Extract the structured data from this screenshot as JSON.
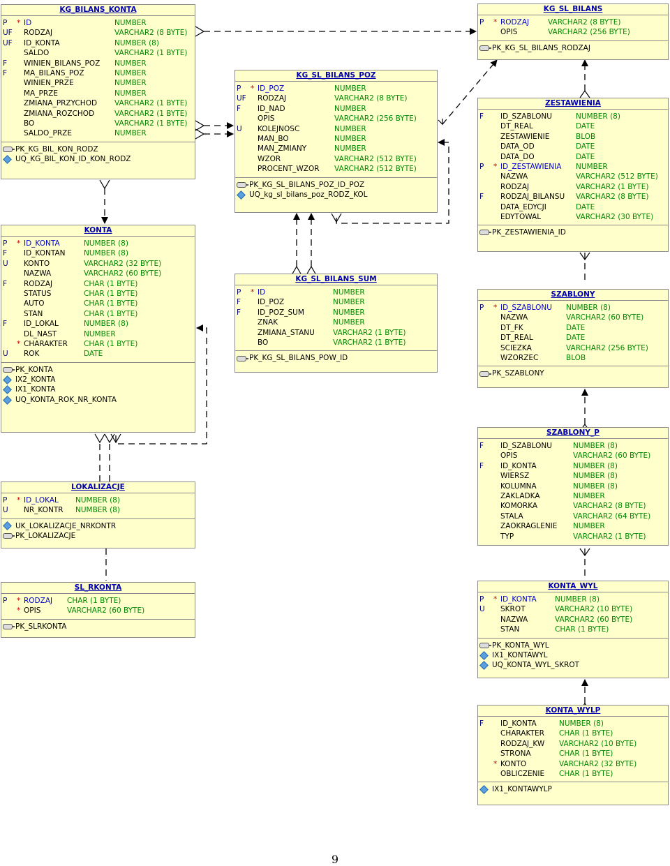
{
  "page_number": "9",
  "tables": {
    "kg_bilans_konta": {
      "name": "KG_BILANS_KONTA",
      "columns": [
        {
          "flag": "P",
          "req": "*",
          "name": "ID",
          "type": "NUMBER"
        },
        {
          "flag": "UF",
          "req": "",
          "name": "RODZAJ",
          "type": "VARCHAR2 (8 BYTE)"
        },
        {
          "flag": "UF",
          "req": "",
          "name": "ID_KONTA",
          "type": "NUMBER (8)"
        },
        {
          "flag": "",
          "req": "",
          "name": "SALDO",
          "type": "VARCHAR2 (1 BYTE)"
        },
        {
          "flag": "F",
          "req": "",
          "name": "WINIEN_BILANS_POZ",
          "type": "NUMBER"
        },
        {
          "flag": "F",
          "req": "",
          "name": "MA_BILANS_POZ",
          "type": "NUMBER"
        },
        {
          "flag": "",
          "req": "",
          "name": "WINIEN_PRZE",
          "type": "NUMBER"
        },
        {
          "flag": "",
          "req": "",
          "name": "MA_PRZE",
          "type": "NUMBER"
        },
        {
          "flag": "",
          "req": "",
          "name": "ZMIANA_PRZYCHOD",
          "type": "VARCHAR2 (1 BYTE)"
        },
        {
          "flag": "",
          "req": "",
          "name": "ZMIANA_ROZCHOD",
          "type": "VARCHAR2 (1 BYTE)"
        },
        {
          "flag": "",
          "req": "",
          "name": "BO",
          "type": "VARCHAR2 (1 BYTE)"
        },
        {
          "flag": "",
          "req": "",
          "name": "SALDO_PRZE",
          "type": "NUMBER"
        }
      ],
      "indexes": [
        {
          "kind": "key",
          "name": "PK_KG_BIL_KON_RODZ"
        },
        {
          "kind": "unique",
          "name": "UQ_KG_BIL_KON_ID_KON_RODZ"
        }
      ]
    },
    "kg_sl_bilans": {
      "name": "KG_SL_BILANS",
      "columns": [
        {
          "flag": "P",
          "req": "*",
          "name": "RODZAJ",
          "type": "VARCHAR2 (8 BYTE)"
        },
        {
          "flag": "",
          "req": "",
          "name": "OPIS",
          "type": "VARCHAR2 (256 BYTE)"
        }
      ],
      "indexes": [
        {
          "kind": "key",
          "name": "PK_KG_SL_BILANS_RODZAJ"
        }
      ]
    },
    "kg_sl_bilans_poz": {
      "name": "KG_SL_BILANS_POZ",
      "columns": [
        {
          "flag": "P",
          "req": "*",
          "name": "ID_POZ",
          "type": "NUMBER"
        },
        {
          "flag": "UF",
          "req": "",
          "name": "RODZAJ",
          "type": "VARCHAR2 (8 BYTE)"
        },
        {
          "flag": "F",
          "req": "",
          "name": "ID_NAD",
          "type": "NUMBER"
        },
        {
          "flag": "",
          "req": "",
          "name": "OPIS",
          "type": "VARCHAR2 (256 BYTE)"
        },
        {
          "flag": "U",
          "req": "",
          "name": "KOLEJNOSC",
          "type": "NUMBER"
        },
        {
          "flag": "",
          "req": "",
          "name": "MAN_BO",
          "type": "NUMBER"
        },
        {
          "flag": "",
          "req": "",
          "name": "MAN_ZMIANY",
          "type": "NUMBER"
        },
        {
          "flag": "",
          "req": "",
          "name": "WZOR",
          "type": "VARCHAR2 (512 BYTE)"
        },
        {
          "flag": "",
          "req": "",
          "name": "PROCENT_WZOR",
          "type": "VARCHAR2 (512 BYTE)"
        }
      ],
      "indexes": [
        {
          "kind": "key",
          "name": "PK_KG_SL_BILANS_POZ_ID_POZ"
        },
        {
          "kind": "unique",
          "name": "UQ_kg_sl_bilans_poz_RODZ_KOL"
        }
      ]
    },
    "zestawienia": {
      "name": "ZESTAWIENIA",
      "columns": [
        {
          "flag": "F",
          "req": "",
          "name": "ID_SZABLONU",
          "type": "NUMBER (8)"
        },
        {
          "flag": "",
          "req": "",
          "name": "DT_REAL",
          "type": "DATE"
        },
        {
          "flag": "",
          "req": "",
          "name": "ZESTAWIENIE",
          "type": "BLOB"
        },
        {
          "flag": "",
          "req": "",
          "name": "DATA_OD",
          "type": "DATE"
        },
        {
          "flag": "",
          "req": "",
          "name": "DATA_DO",
          "type": "DATE"
        },
        {
          "flag": "P",
          "req": "*",
          "name": "ID_ZESTAWIENIA",
          "type": "NUMBER"
        },
        {
          "flag": "",
          "req": "",
          "name": "NAZWA",
          "type": "VARCHAR2 (512 BYTE)"
        },
        {
          "flag": "",
          "req": "",
          "name": "RODZAJ",
          "type": "VARCHAR2 (1 BYTE)"
        },
        {
          "flag": "F",
          "req": "",
          "name": "RODZAJ_BILANSU",
          "type": "VARCHAR2 (8 BYTE)"
        },
        {
          "flag": "",
          "req": "",
          "name": "DATA_EDYCJI",
          "type": "DATE"
        },
        {
          "flag": "",
          "req": "",
          "name": "EDYTOWAL",
          "type": "VARCHAR2 (30 BYTE)"
        }
      ],
      "indexes": [
        {
          "kind": "key",
          "name": "PK_ZESTAWIENIA_ID"
        }
      ]
    },
    "konta": {
      "name": "KONTA",
      "columns": [
        {
          "flag": "P",
          "req": "*",
          "name": "ID_KONTA",
          "type": "NUMBER (8)"
        },
        {
          "flag": "F",
          "req": "",
          "name": "ID_KONTAN",
          "type": "NUMBER (8)"
        },
        {
          "flag": "U",
          "req": "",
          "name": "KONTO",
          "type": "VARCHAR2 (32 BYTE)"
        },
        {
          "flag": "",
          "req": "",
          "name": "NAZWA",
          "type": "VARCHAR2 (60 BYTE)"
        },
        {
          "flag": "F",
          "req": "",
          "name": "RODZAJ",
          "type": "CHAR (1 BYTE)"
        },
        {
          "flag": "",
          "req": "",
          "name": "STATUS",
          "type": "CHAR (1 BYTE)"
        },
        {
          "flag": "",
          "req": "",
          "name": "AUTO",
          "type": "CHAR (1 BYTE)"
        },
        {
          "flag": "",
          "req": "",
          "name": "STAN",
          "type": "CHAR (1 BYTE)"
        },
        {
          "flag": "F",
          "req": "",
          "name": "ID_LOKAL",
          "type": "NUMBER (8)"
        },
        {
          "flag": "",
          "req": "",
          "name": "DL_NAST",
          "type": "NUMBER"
        },
        {
          "flag": "",
          "req": "*",
          "name": "CHARAKTER",
          "type": "CHAR (1 BYTE)"
        },
        {
          "flag": "U",
          "req": "",
          "name": "ROK",
          "type": "DATE"
        }
      ],
      "indexes": [
        {
          "kind": "key",
          "name": "PK_KONTA"
        },
        {
          "kind": "unique",
          "name": "IX2_KONTA"
        },
        {
          "kind": "unique",
          "name": "IX1_KONTA"
        },
        {
          "kind": "unique",
          "name": "UQ_KONTA_ROK_NR_KONTA"
        }
      ]
    },
    "kg_sl_bilans_sum": {
      "name": "KG_SL_BILANS_SUM",
      "columns": [
        {
          "flag": "P",
          "req": "*",
          "name": "ID",
          "type": "NUMBER"
        },
        {
          "flag": "F",
          "req": "",
          "name": "ID_POZ",
          "type": "NUMBER"
        },
        {
          "flag": "F",
          "req": "",
          "name": "ID_POZ_SUM",
          "type": "NUMBER"
        },
        {
          "flag": "",
          "req": "",
          "name": "ZNAK",
          "type": "NUMBER"
        },
        {
          "flag": "",
          "req": "",
          "name": "ZMIANA_STANU",
          "type": "VARCHAR2 (1 BYTE)"
        },
        {
          "flag": "",
          "req": "",
          "name": "BO",
          "type": "VARCHAR2 (1 BYTE)"
        }
      ],
      "indexes": [
        {
          "kind": "key",
          "name": "PK_KG_SL_BILANS_POW_ID"
        }
      ]
    },
    "szablony": {
      "name": "SZABLONY",
      "columns": [
        {
          "flag": "P",
          "req": "*",
          "name": "ID_SZABLONU",
          "type": "NUMBER (8)"
        },
        {
          "flag": "",
          "req": "",
          "name": "NAZWA",
          "type": "VARCHAR2 (60 BYTE)"
        },
        {
          "flag": "",
          "req": "",
          "name": "DT_FK",
          "type": "DATE"
        },
        {
          "flag": "",
          "req": "",
          "name": "DT_REAL",
          "type": "DATE"
        },
        {
          "flag": "",
          "req": "",
          "name": "SCIEZKA",
          "type": "VARCHAR2 (256 BYTE)"
        },
        {
          "flag": "",
          "req": "",
          "name": "WZORZEC",
          "type": "BLOB"
        }
      ],
      "indexes": [
        {
          "kind": "key",
          "name": "PK_SZABLONY"
        }
      ]
    },
    "szablony_p": {
      "name": "SZABLONY_P",
      "columns": [
        {
          "flag": "F",
          "req": "",
          "name": "ID_SZABLONU",
          "type": "NUMBER (8)"
        },
        {
          "flag": "",
          "req": "",
          "name": "OPIS",
          "type": "VARCHAR2 (60 BYTE)"
        },
        {
          "flag": "F",
          "req": "",
          "name": "ID_KONTA",
          "type": "NUMBER (8)"
        },
        {
          "flag": "",
          "req": "",
          "name": "WIERSZ",
          "type": "NUMBER (8)"
        },
        {
          "flag": "",
          "req": "",
          "name": "KOLUMNA",
          "type": "NUMBER (8)"
        },
        {
          "flag": "",
          "req": "",
          "name": "ZAKLADKA",
          "type": "NUMBER"
        },
        {
          "flag": "",
          "req": "",
          "name": "KOMORKA",
          "type": "VARCHAR2 (8 BYTE)"
        },
        {
          "flag": "",
          "req": "",
          "name": "STALA",
          "type": "VARCHAR2 (64 BYTE)"
        },
        {
          "flag": "",
          "req": "",
          "name": "ZAOKRAGLENIE",
          "type": "NUMBER"
        },
        {
          "flag": "",
          "req": "",
          "name": "TYP",
          "type": "VARCHAR2 (1 BYTE)"
        }
      ],
      "indexes": []
    },
    "lokalizacje": {
      "name": "LOKALIZACJE",
      "columns": [
        {
          "flag": "P",
          "req": "*",
          "name": "ID_LOKAL",
          "type": "NUMBER (8)"
        },
        {
          "flag": "U",
          "req": "",
          "name": "NR_KONTR",
          "type": "NUMBER (8)"
        }
      ],
      "indexes": [
        {
          "kind": "unique",
          "name": "UK_LOKALIZACJE_NRKONTR"
        },
        {
          "kind": "key",
          "name": "PK_LOKALIZACJE"
        }
      ]
    },
    "sl_rkonta": {
      "name": "SL_RKONTA",
      "columns": [
        {
          "flag": "P",
          "req": "*",
          "name": "RODZAJ",
          "type": "CHAR (1 BYTE)"
        },
        {
          "flag": "",
          "req": "*",
          "name": "OPIS",
          "type": "VARCHAR2 (60 BYTE)"
        }
      ],
      "indexes": [
        {
          "kind": "key",
          "name": "PK_SLRKONTA"
        }
      ]
    },
    "konta_wyl": {
      "name": "KONTA_WYL",
      "columns": [
        {
          "flag": "P",
          "req": "*",
          "name": "ID_KONTA",
          "type": "NUMBER (8)"
        },
        {
          "flag": "U",
          "req": "",
          "name": "SKROT",
          "type": "VARCHAR2 (10 BYTE)"
        },
        {
          "flag": "",
          "req": "",
          "name": "NAZWA",
          "type": "VARCHAR2 (60 BYTE)"
        },
        {
          "flag": "",
          "req": "",
          "name": "STAN",
          "type": "CHAR (1 BYTE)"
        }
      ],
      "indexes": [
        {
          "kind": "key",
          "name": "PK_KONTA_WYL"
        },
        {
          "kind": "unique",
          "name": "IX1_KONTAWYL"
        },
        {
          "kind": "unique",
          "name": "UQ_KONTA_WYL_SKROT"
        }
      ]
    },
    "konta_wylp": {
      "name": "KONTA_WYLP",
      "columns": [
        {
          "flag": "F",
          "req": "",
          "name": "ID_KONTA",
          "type": "NUMBER (8)"
        },
        {
          "flag": "",
          "req": "",
          "name": "CHARAKTER",
          "type": "CHAR (1 BYTE)"
        },
        {
          "flag": "",
          "req": "",
          "name": "RODZAJ_KW",
          "type": "VARCHAR2 (10 BYTE)"
        },
        {
          "flag": "",
          "req": "",
          "name": "STRONA",
          "type": "CHAR (1 BYTE)"
        },
        {
          "flag": "",
          "req": "*",
          "name": "KONTO",
          "type": "VARCHAR2 (32 BYTE)"
        },
        {
          "flag": "",
          "req": "",
          "name": "OBLICZENIE",
          "type": "CHAR (1 BYTE)"
        }
      ],
      "indexes": [
        {
          "kind": "unique",
          "name": "IX1_KONTAWYLP"
        }
      ]
    }
  }
}
